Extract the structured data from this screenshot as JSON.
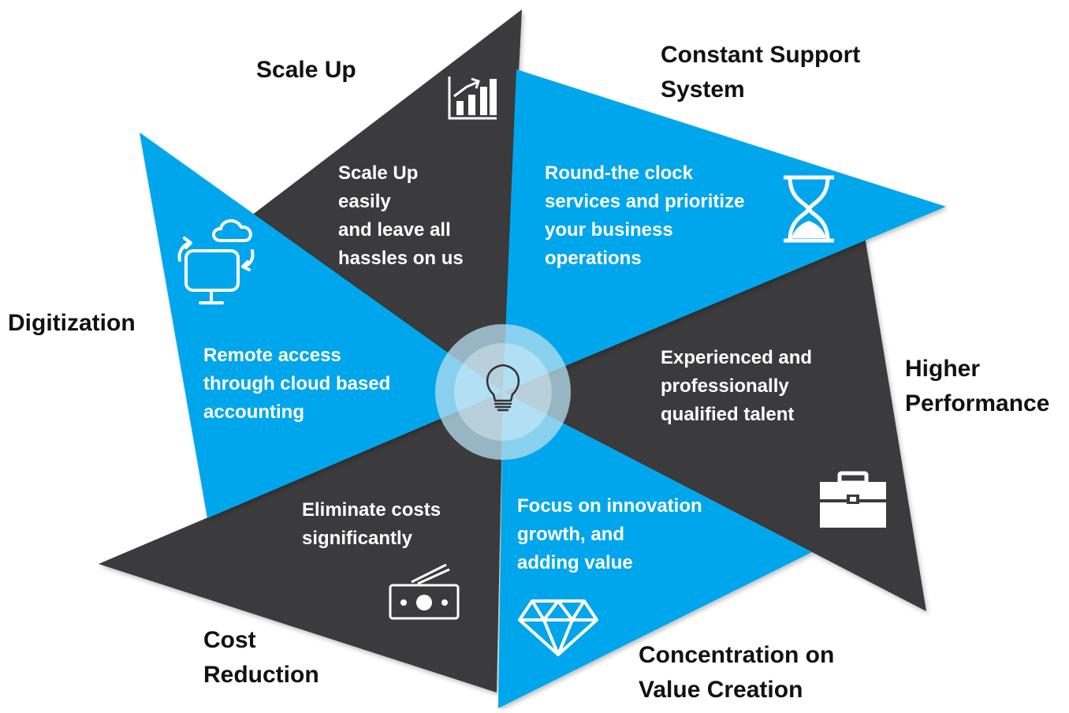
{
  "colors": {
    "blue": "#05a6eb",
    "dark": "#3a3a3c",
    "center_ring": "#b8dff0",
    "title_text": "#111111",
    "body_text": "#ffffff"
  },
  "segments": [
    {
      "id": "scale-up",
      "title": "Scale Up",
      "description": "Scale Up\neasily\nand leave all\nhassles on us",
      "icon": "growth-chart-icon",
      "fill": "dark"
    },
    {
      "id": "constant-support",
      "title": "Constant Support\nSystem",
      "description": "Round-the clock\nservices and prioritize\nyour business\noperations",
      "icon": "hourglass-icon",
      "fill": "blue"
    },
    {
      "id": "higher-performance",
      "title": "Higher\nPerformance",
      "description": "Experienced and\nprofessionally\nqualified talent",
      "icon": "briefcase-icon",
      "fill": "dark"
    },
    {
      "id": "value-creation",
      "title": "Concentration on\nValue Creation",
      "description": "Focus on innovation\ngrowth, and\nadding value",
      "icon": "diamond-icon",
      "fill": "blue"
    },
    {
      "id": "cost-reduction",
      "title": "Cost\nReduction",
      "description": "Eliminate costs\nsignificantly",
      "icon": "radio-icon",
      "fill": "dark"
    },
    {
      "id": "digitization",
      "title": "Digitization",
      "description": "Remote access\nthrough cloud based\naccounting",
      "icon": "cloud-computer-icon",
      "fill": "blue"
    }
  ],
  "center": {
    "icon": "lightbulb-icon"
  }
}
